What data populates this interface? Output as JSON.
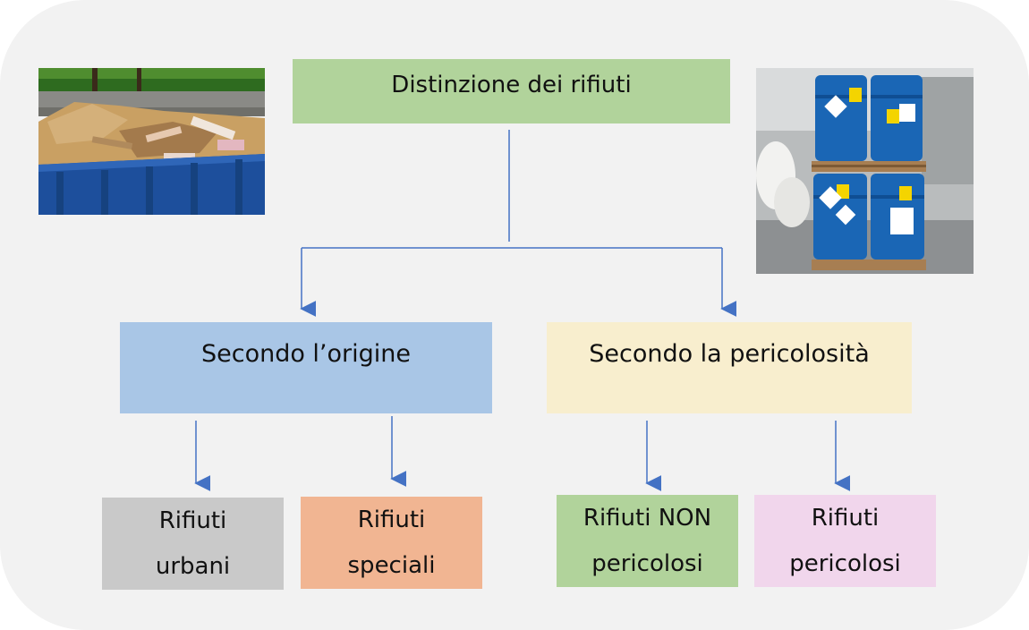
{
  "diagram": {
    "root": {
      "label": "Distinzione dei rifiuti",
      "color": "#b1d39b"
    },
    "branches": [
      {
        "label": "Secondo l’origine",
        "color": "#a9c6e6",
        "children": [
          {
            "label": "Rifiuti\nurbani",
            "color": "#c9c9c9"
          },
          {
            "label": "Rifiuti\nspeciali",
            "color": "#f1b592"
          }
        ]
      },
      {
        "label": "Secondo la pericolosità",
        "color": "#f8eece",
        "children": [
          {
            "label": "Rifiuti NON\npericolosi",
            "color": "#b1d39b"
          },
          {
            "label": "Rifiuti\npericolosi",
            "color": "#f1d6ec"
          }
        ]
      }
    ],
    "connector_color": "#4472c4"
  },
  "images": [
    {
      "icon": "waste-dumpster-photo"
    },
    {
      "icon": "hazardous-drums-photo"
    }
  ]
}
